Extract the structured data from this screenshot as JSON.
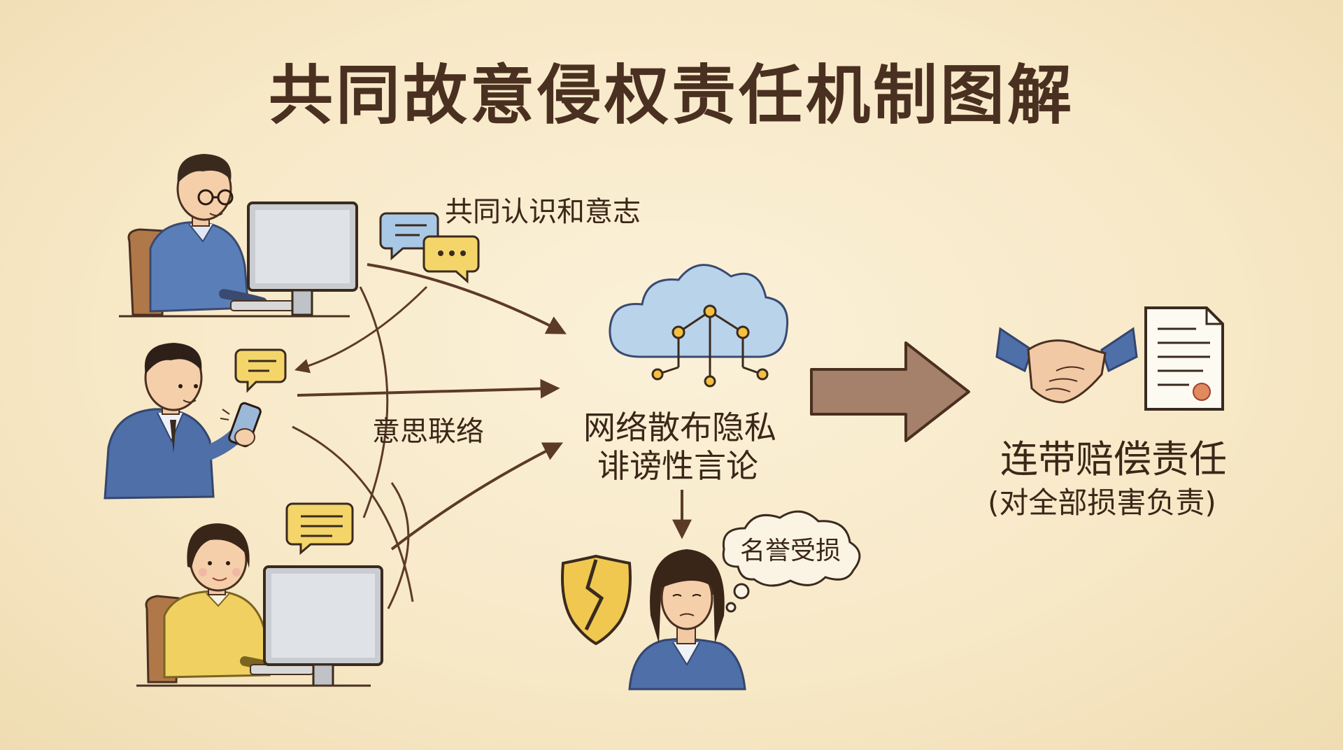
{
  "title": "共同故意侵权责任机制图解",
  "labels": {
    "shared_intent": "共同认识和意志",
    "communication": "意思联络",
    "act_line1": "网络散布隐私",
    "act_line2": "诽谤性言论",
    "liability": "连带赔偿责任",
    "liability_note": "(对全部损害负责)",
    "reputation": "名誉受损"
  },
  "colors": {
    "background": "#f8ecce",
    "ink": "#4a3020",
    "arrow": "#5c3a28",
    "big_arrow": "#a5806a",
    "shirt_blue": "#5a7fb8",
    "sweater_yellow": "#f0d060",
    "cloud_blue": "#b9d3ea",
    "bubble_yellow": "#f4d56a"
  }
}
